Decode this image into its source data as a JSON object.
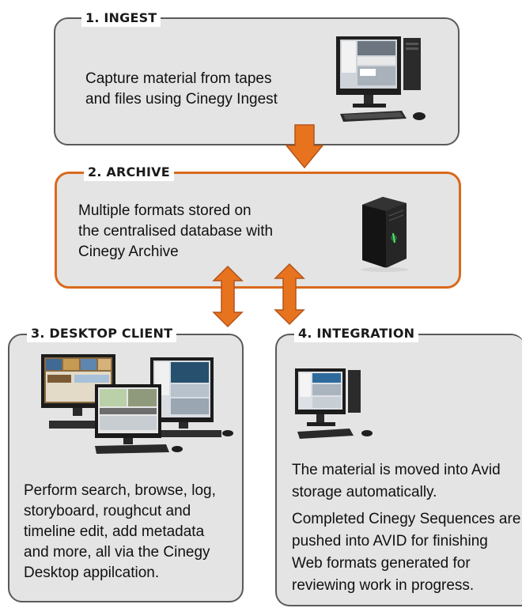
{
  "stages": {
    "ingest": {
      "title": "1. INGEST",
      "lines": [
        "Capture material from tapes",
        "and files using Cinegy Ingest"
      ],
      "icon": "desktop-computer-icon"
    },
    "archive": {
      "title": "2. ARCHIVE",
      "lines": [
        "Multiple formats stored on",
        "the centralised database with",
        "Cinegy Archive"
      ],
      "icon": "server-tower-icon"
    },
    "desktop_client": {
      "title": "3. DESKTOP CLIENT",
      "lines": [
        "Perform search, browse, log,",
        "storyboard, roughcut and",
        "timeline edit, add metadata",
        "and more, all via the Cinegy",
        "Desktop appilcation."
      ],
      "icon": "multiple-workstations-icon"
    },
    "integration": {
      "title": "4. INTEGRATION",
      "lines": [
        "The material is moved into  Avid",
        "storage automatically.",
        "Completed Cinegy Sequences are",
        "pushed into AVID for finishing",
        "Web formats generated for",
        "reviewing work in progress."
      ],
      "icon": "desktop-computer-icon"
    }
  },
  "colors": {
    "box_fill": "#e4e4e4",
    "box_border": "#5a5a5a",
    "archive_border": "#d9691c",
    "arrow": "#e8731f"
  }
}
